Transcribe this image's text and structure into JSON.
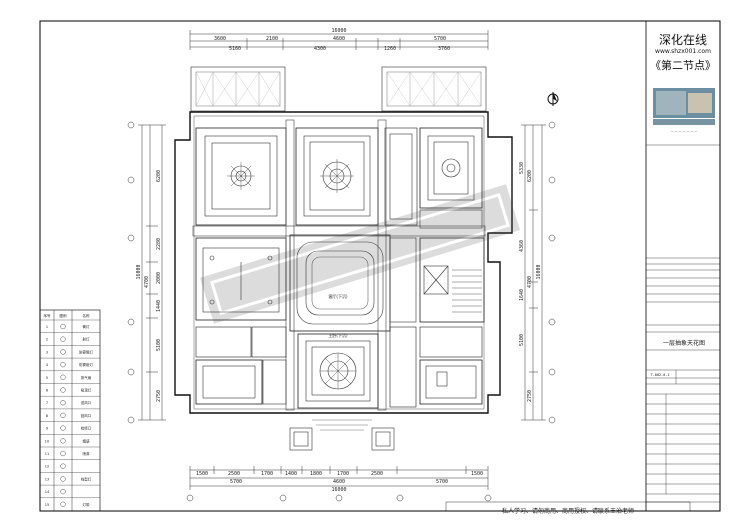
{
  "titleblock": {
    "brand": "深化在线",
    "url": "www.shzx001.com",
    "course": "《第二节点》",
    "sheet_name": "一层抽象天花图",
    "sheet_no": "T-002-0-1"
  },
  "dims": {
    "top_overall": "16000",
    "top_row1": [
      "3600",
      "2100",
      "4600",
      "5700"
    ],
    "top_row2": [
      "5160",
      "4300",
      "1260",
      "3760"
    ],
    "bottom_row1": [
      "1500",
      "2500",
      "1700",
      "1400",
      "1800",
      "1700",
      "2500",
      "1500"
    ],
    "bottom_row2": [
      "5700",
      "4600",
      "5700"
    ],
    "bottom_overall": "16000",
    "left_col1": [
      "6200",
      "2280",
      "2000",
      "1440",
      "5100",
      "2750"
    ],
    "left_col2": [
      "4700"
    ],
    "left_overall": "16000",
    "right_col1": [
      "5330",
      "4360",
      "1640",
      "5100"
    ],
    "right_col2": [
      "6200",
      "4700",
      "2750"
    ],
    "right_overall": "16000"
  },
  "legend": {
    "headers": [
      "序号",
      "图例",
      "名称"
    ],
    "rows": [
      "1",
      "2",
      "3",
      "4",
      "5",
      "6",
      "7",
      "8",
      "9",
      "10",
      "11",
      "12",
      "13",
      "14",
      "15"
    ],
    "names": [
      "筒灯",
      "射灯",
      "防雾筒灯",
      "防雾射灯",
      "排气扇",
      "吸顶灯",
      "送风口",
      "回风口",
      "检修口",
      "烟感",
      "喷淋",
      "",
      "线型灯",
      "",
      "灯带"
    ]
  },
  "plan_labels": {
    "center_room": "客厅(下沉)",
    "lower_room": "主卧(下沉)"
  },
  "bottom_note": "私人学习、请勿商用、商用授权、请联系王治老师"
}
